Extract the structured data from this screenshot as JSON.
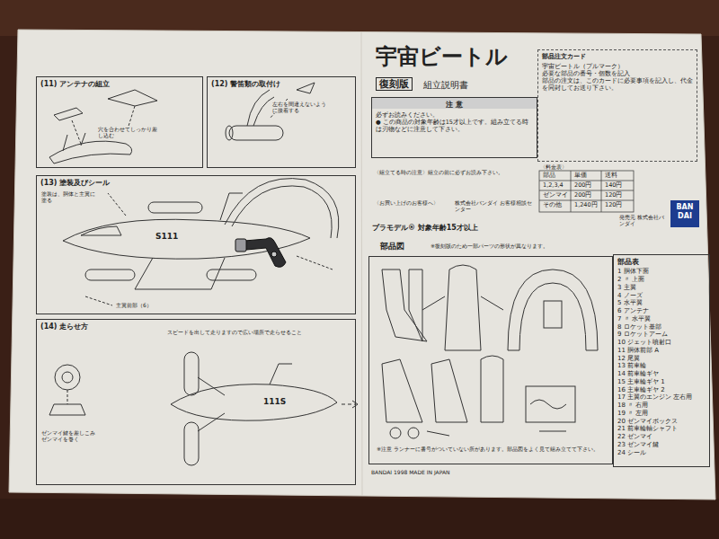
{
  "diagram": {
    "title": "宇宙ビートル",
    "nodes": [
      {
        "text": [
          "(11) アンテナの組立"
        ]
      },
      {
        "text": [
          "(12) 警笛類の取付け"
        ]
      },
      {
        "text": [
          "(13) 塗装及びシール"
        ]
      },
      {
        "text": [
          "(14) 走らせ方"
        ]
      },
      {
        "text": [
          "注 意",
          "必ずお読みください。",
          "● この商品の対象年齢は15才以上です。組み立てる時は刃物などに注意して下さい。"
        ]
      },
      {
        "text": [
          "部品注文カード",
          "宇宙ビートル（プルマーク）",
          "必要な部品の番号・個数を記入",
          "部品の注文は、このカードに必要事項を記入し、代金を同封してお送り下さい。"
        ]
      },
      {
        "text": [
          "部品図"
        ]
      },
      {
        "text": [
          "部品表",
          "1 胴体下面",
          "2 〃 上面",
          "3 主翼",
          "4 ノーズ",
          "5 水平翼",
          "6 アンテナ",
          "7 〃 水平翼",
          "8 ロケット基部",
          "9 ロケットアーム",
          "10 ジェット噴射口",
          "11 胴体前部 A",
          "12 尾翼",
          "13 前車輪",
          "14 前車輪ギヤ",
          "15 主車輪ギヤ 1",
          "16 主車輪ギヤ 2",
          "17 主翼のエンジン 左右用",
          "18 〃 右用",
          "19 〃 左用",
          "20 ゼンマイボックス",
          "21 前車輪軸シャフト",
          "22 ゼンマイ",
          "23 ゼンマイ鍵",
          "24 シール"
        ]
      },
      {
        "text": [
          "BAN DAI"
        ]
      }
    ],
    "labels": [
      "穴を合わせてしっかり差し込む",
      "左右を間違えないように接着する",
      "塗装は、胴体と主翼に塗る",
      "S111",
      "主翼前部（6）",
      "スピードを出して走りますので広い場所で走らせること",
      "ゼンマイ鍵を差しこみゼンマイを巻く",
      "111S",
      "復刻版",
      "組立説明書",
      "〈組立てる時の注意〉組立の前に必ずお読み下さい。",
      "〈お買い上げのお客様へ〉",
      "株式会社バンダイ お客様相談センター",
      "プラモデル® 対象年齢15才以上",
      "〈料金表〉",
      "部品",
      "単価",
      "送料",
      "1,2,3,4",
      "200円",
      "140円",
      "ゼンマイ",
      "200円",
      "120円",
      "その他",
      "1,240円",
      "120円",
      "発売元 株式会社バンダイ",
      "※復刻版のため一部パーツの形状が異なります。",
      "※注意 ランナーに番号がついていない所があります。部品図をよく見て組み立てて下さい。",
      "BANDAI 1998 MADE IN JAPAN"
    ]
  }
}
